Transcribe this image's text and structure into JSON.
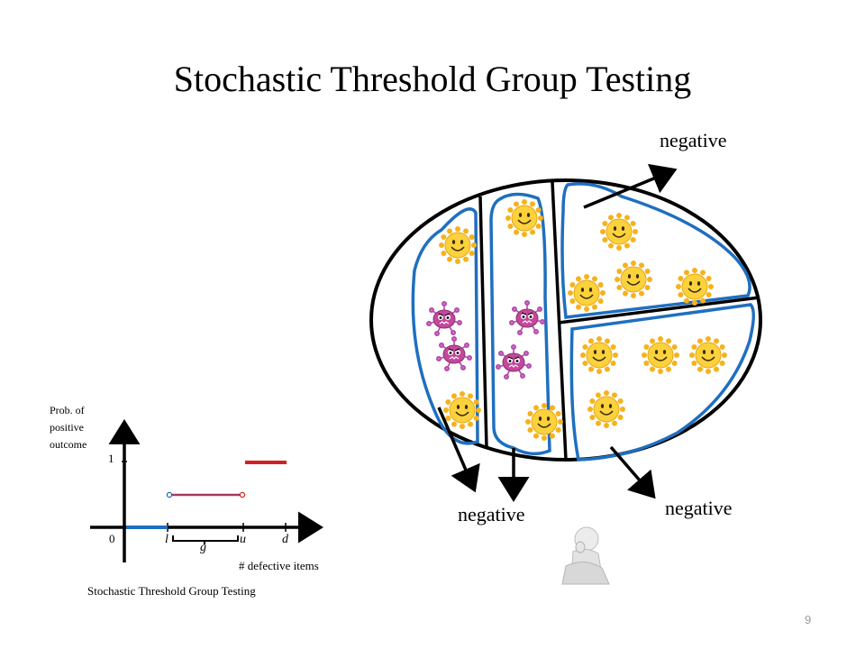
{
  "slide": {
    "title": "Stochastic Threshold Group Testing",
    "page_number": "9"
  },
  "diagram": {
    "outcome_label": "negative"
  },
  "chart": {
    "ylabel": "Prob. of positive outcome",
    "xlabel": "# defective items",
    "caption": "Stochastic Threshold Group Testing",
    "ytick_one": "1",
    "xtick_zero": "0",
    "tick_l": "l",
    "tick_g": "g",
    "tick_u": "u",
    "tick_d": "d",
    "colors": {
      "low": "#1f6fbf",
      "high": "#d42020",
      "mid": "#a83a5a"
    }
  }
}
